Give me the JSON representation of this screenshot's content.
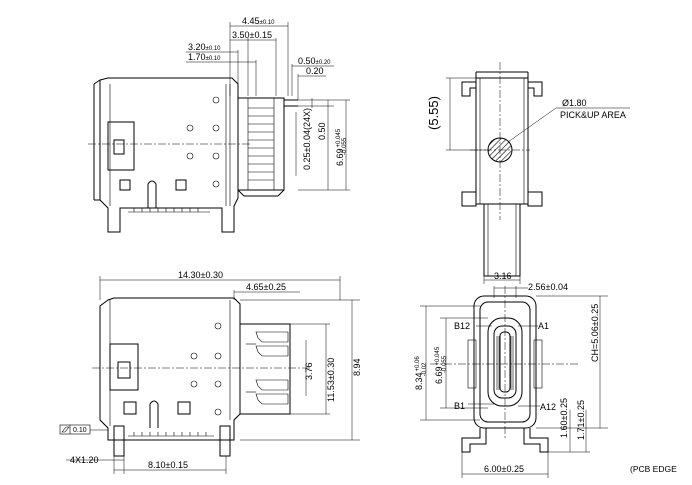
{
  "dims": {
    "top_view": {
      "d1": "4.45",
      "d1_tol": "±0.10",
      "d2": "3.50±0.15",
      "d3": "3.20",
      "d3_tol": "±0.10",
      "d4": "1.70",
      "d4_tol": "±0.10",
      "d5": "0.50",
      "d5_tol": "±0.20",
      "d6": "0.20",
      "v1": "0.25±0.04(24X)",
      "v2": "0.50",
      "v3": "6.69",
      "v3_tol_up": "+0.045",
      "v3_tol_dn": "-0.055"
    },
    "side_view": {
      "h1": "(5.55)",
      "hole": "Ø1.80",
      "pick": "PICK&UP AREA",
      "w1": "3.16"
    },
    "bottom_view": {
      "w_total": "14.30±0.30",
      "w1": "4.65±0.25",
      "v1": "3.76",
      "v2": "11.53±0.30",
      "v3": "8.94",
      "flat": "0.10",
      "pins": "4X1.20",
      "w2": "8.10±0.15"
    },
    "front_view": {
      "w_top": "2.56±0.04",
      "b12": "B12",
      "a1": "A1",
      "b1": "B1",
      "a12": "A12",
      "v1": "8.34",
      "v1_tol_up": "+0.06",
      "v1_tol_dn": "-0.02",
      "v2": "6.69",
      "v2_tol_up": "+0.045",
      "v2_tol_dn": "-0.055",
      "ch": "CH=5.06±0.25",
      "h1": "1.60±0.25",
      "h2": "1.71±0.25",
      "w_bot": "6.00±0.25",
      "pcb": "(PCB  EDGE"
    }
  }
}
